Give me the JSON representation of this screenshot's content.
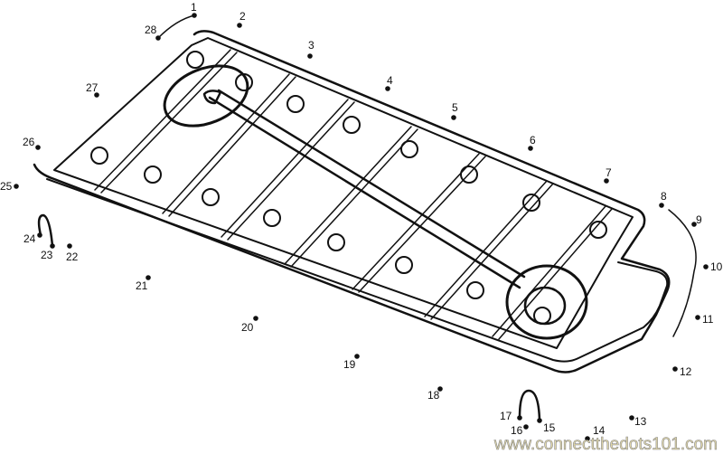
{
  "title": "Xylophone connect the dots",
  "watermark": "www.connectthedots101.com",
  "dots": [
    {
      "n": "1"
    },
    {
      "n": "2"
    },
    {
      "n": "3"
    },
    {
      "n": "4"
    },
    {
      "n": "5"
    },
    {
      "n": "6"
    },
    {
      "n": "7"
    },
    {
      "n": "8"
    },
    {
      "n": "9"
    },
    {
      "n": "10"
    },
    {
      "n": "11"
    },
    {
      "n": "12"
    },
    {
      "n": "13"
    },
    {
      "n": "14"
    },
    {
      "n": "15"
    },
    {
      "n": "16"
    },
    {
      "n": "17"
    },
    {
      "n": "18"
    },
    {
      "n": "19"
    },
    {
      "n": "20"
    },
    {
      "n": "21"
    },
    {
      "n": "22"
    },
    {
      "n": "23"
    },
    {
      "n": "24"
    },
    {
      "n": "25"
    },
    {
      "n": "26"
    },
    {
      "n": "27"
    },
    {
      "n": "28"
    }
  ]
}
